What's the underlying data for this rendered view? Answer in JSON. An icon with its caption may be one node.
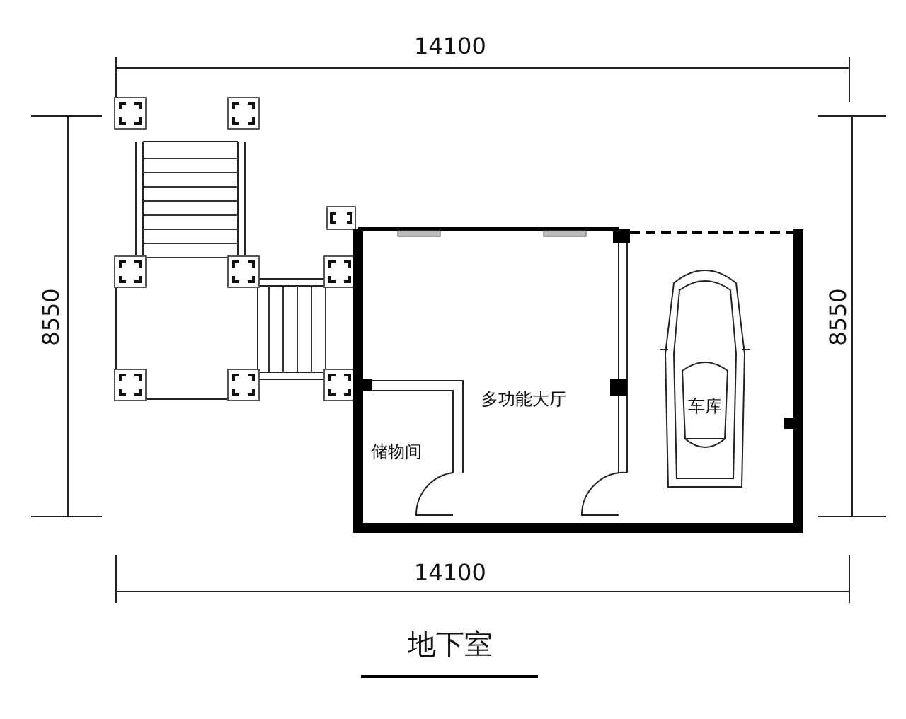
{
  "diagram": {
    "title": "地下室",
    "labels": [
      "14100",
      "8550",
      "8550",
      "14100",
      "多功能大厅",
      "储物间",
      "车库"
    ]
  }
}
